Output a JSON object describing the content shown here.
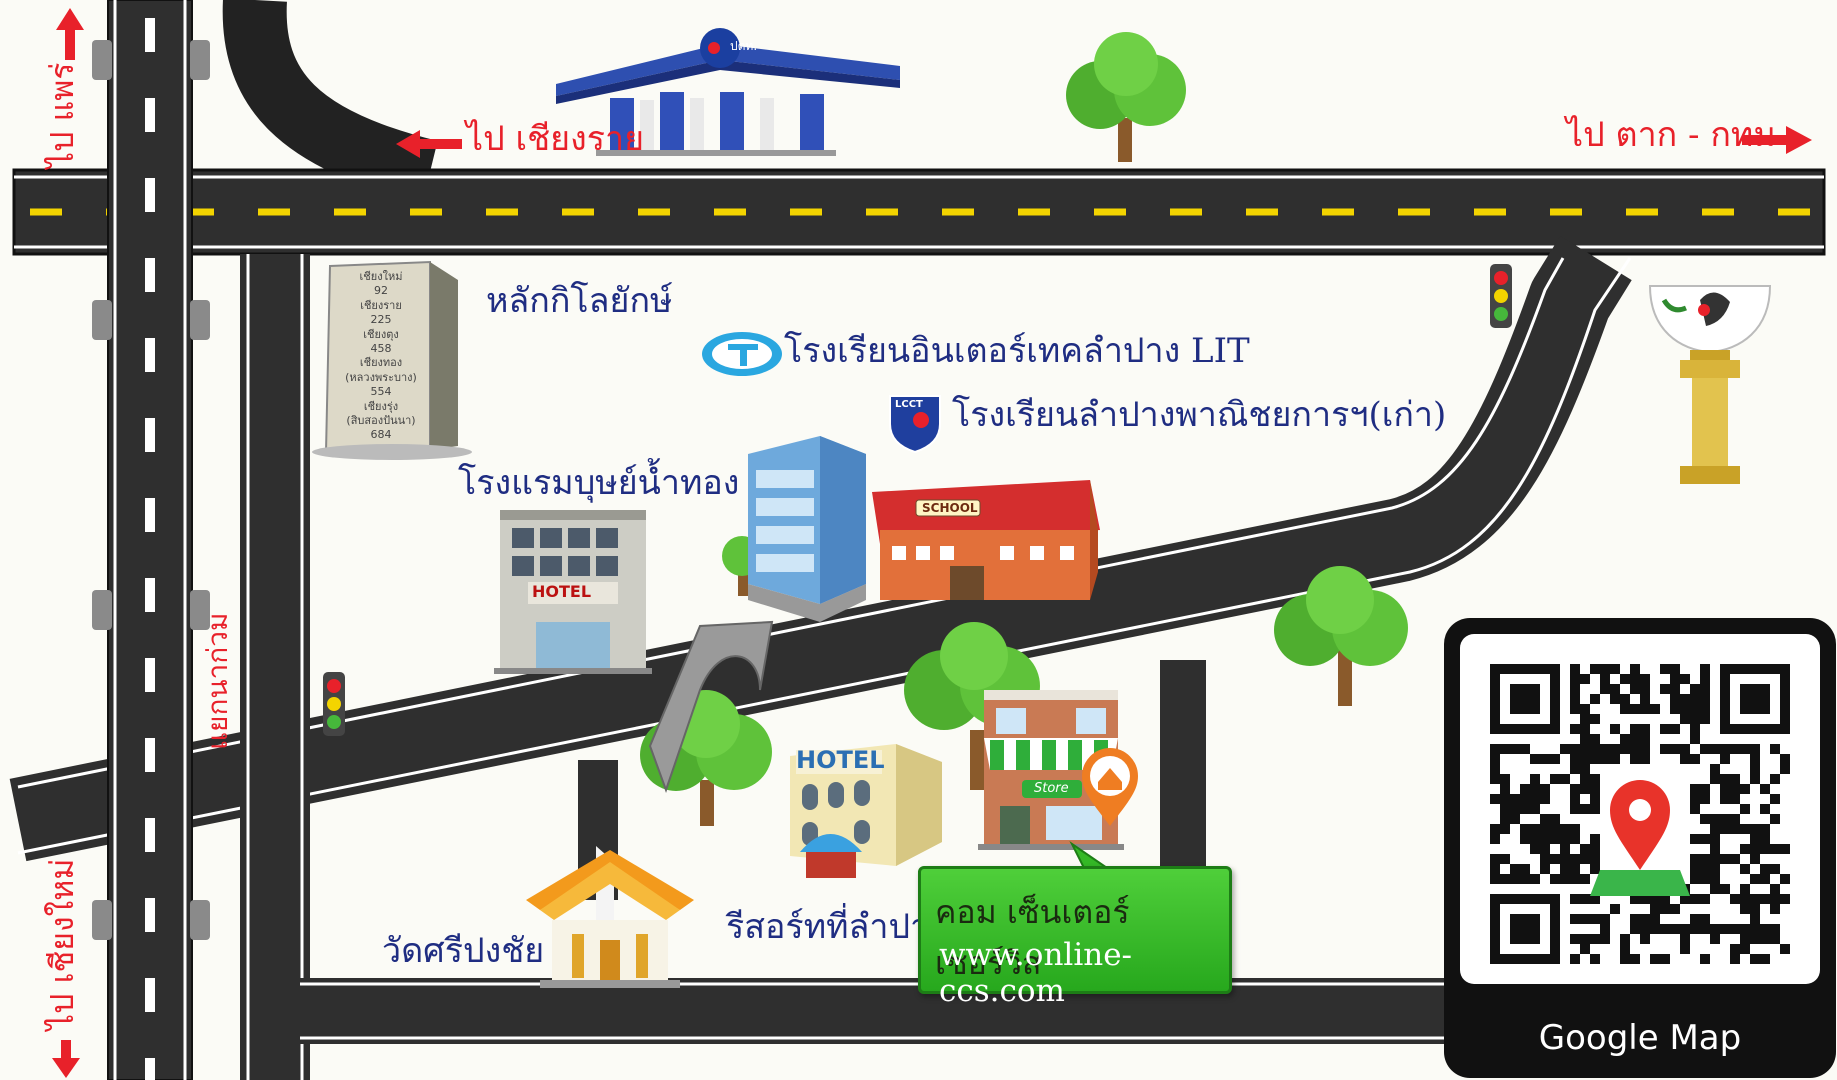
{
  "labels": {
    "to_phrae": "ไป แพร่",
    "to_chiang_rai": "ไป เชียงราย",
    "to_tak_bkk": "ไป ตาก - กทม",
    "to_chiang_mai": "ไป เชียงใหม่",
    "junction": "แยกนาก่วม",
    "milestone": "หลักกิโลยักษ์",
    "school_lit": "โรงเรียนอินเตอร์เทคลำปาง LIT",
    "school_lcct": "โรงเรียนลำปางพาณิชยการฯ(เก่า)",
    "hotel_boon": "โรงแรมบุษย์น้ำทอง",
    "resort": "รีสอร์ทที่ลำปาง",
    "temple": "วัดศรีปงชัย"
  },
  "milestone_lines": [
    "เชียงใหม่",
    "92",
    "เชียงราย",
    "225",
    "เชียงตุง",
    "458",
    "เชียงทอง",
    "(หลวงพระบาง)",
    "554",
    "เชียงรุ่ง",
    "(สิบสองปันนา)",
    "684"
  ],
  "signs": {
    "gas_station": "ปตท.",
    "hotel_sign": "HOTEL",
    "hotel_sign_2": "HOTEL",
    "school_sign": "SCHOOL",
    "lcct_badge": "LCCT",
    "store_sign": "Store"
  },
  "callout": {
    "name": "คอม เซ็นเตอร์ เซอร์วิส",
    "url": "www.online-ccs.com"
  },
  "qr": {
    "caption": "Google Map"
  },
  "colors": {
    "road": "#2f2f2f",
    "lane_yellow": "#f3d400",
    "label_navy": "#1f2d82",
    "label_red": "#e8212a",
    "callout_green": "#34b826"
  }
}
